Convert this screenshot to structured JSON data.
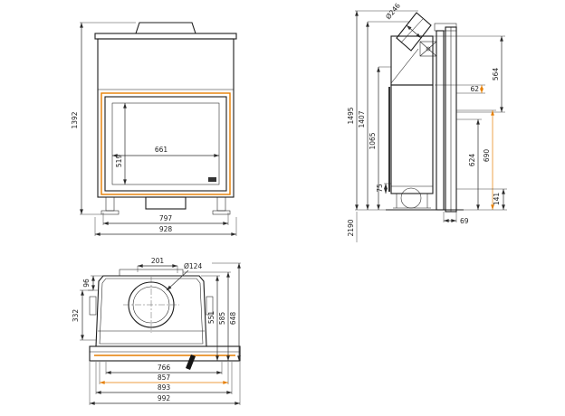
{
  "colors": {
    "accent": "#e67e00",
    "line": "#2b2b2b"
  },
  "front_view": {
    "overall_height": "1392",
    "glass_width": "661",
    "glass_height": "519",
    "base_width": "797",
    "overall_width": "928"
  },
  "side_view": {
    "flue_diameter": "Ø246",
    "upper_section": "564",
    "flue_offset": "62",
    "overall_height": "1495",
    "body_height": "1407",
    "firebox_top": "1065",
    "glass_height": "624",
    "heated_zone": "690",
    "base_height": "141",
    "foot_height": "75",
    "rear_clearance": "69",
    "extended_height": "2190"
  },
  "top_view": {
    "flue_center_offset": "201",
    "flue_inner_diameter": "Ø124",
    "rear_offset": "96",
    "body_depth": "332",
    "depth_551": "551",
    "depth_585": "585",
    "depth_648": "648",
    "front_width_766": "766",
    "front_width_857": "857",
    "front_width_893": "893",
    "front_width_992": "992"
  }
}
